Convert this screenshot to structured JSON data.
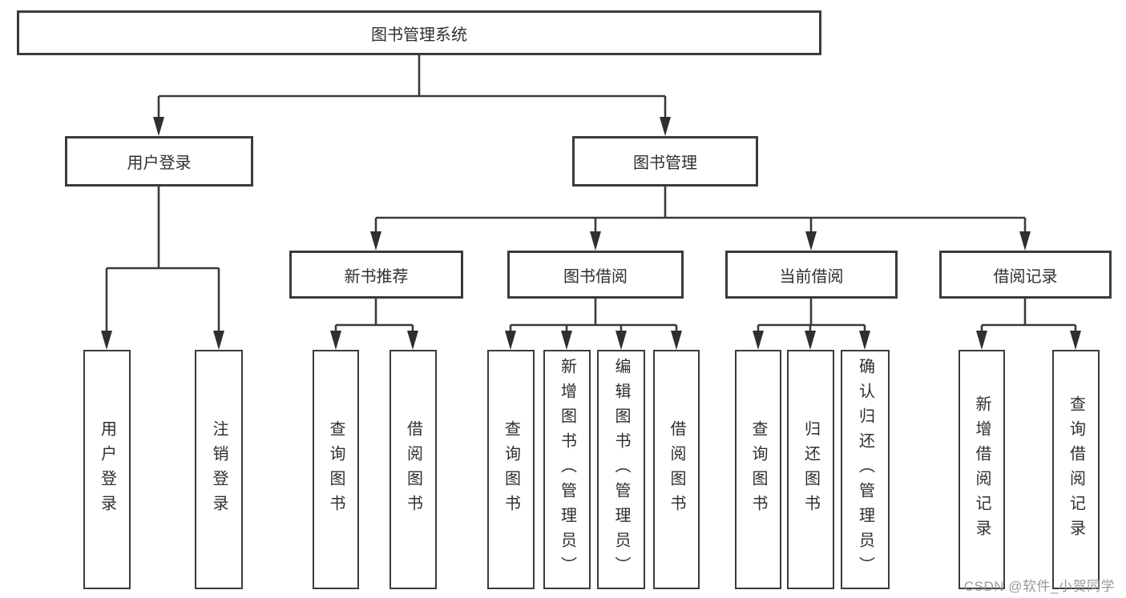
{
  "tree": {
    "root": {
      "label": "图书管理系统"
    },
    "level2": [
      {
        "label": "用户登录"
      },
      {
        "label": "图书管理"
      }
    ],
    "level3": [
      {
        "label": "新书推荐"
      },
      {
        "label": "图书借阅"
      },
      {
        "label": "当前借阅"
      },
      {
        "label": "借阅记录"
      }
    ],
    "leaves": {
      "user_login": [
        {
          "label": "用户登录"
        },
        {
          "label": "注销登录"
        }
      ],
      "new_book": [
        {
          "label": "查询图书"
        },
        {
          "label": "借阅图书"
        }
      ],
      "book_borrow": [
        {
          "label": "查询图书"
        },
        {
          "label": "新增图书（管理员）"
        },
        {
          "label": "编辑图书（管理员）"
        },
        {
          "label": "借阅图书"
        }
      ],
      "current_borrow": [
        {
          "label": "查询图书"
        },
        {
          "label": "归还图书"
        },
        {
          "label": "确认归还（管理员）"
        }
      ],
      "borrow_record": [
        {
          "label": "新增借阅记录"
        },
        {
          "label": "查询借阅记录"
        }
      ]
    }
  },
  "watermark": "CSDN @软件_小贺同学",
  "colors": {
    "line": "#3a3a3a",
    "arrow": "#2f2f2f",
    "border": "#3b3b3b",
    "text": "#2f2f2f",
    "watermark": "#8a8f94",
    "background": "#ffffff"
  }
}
